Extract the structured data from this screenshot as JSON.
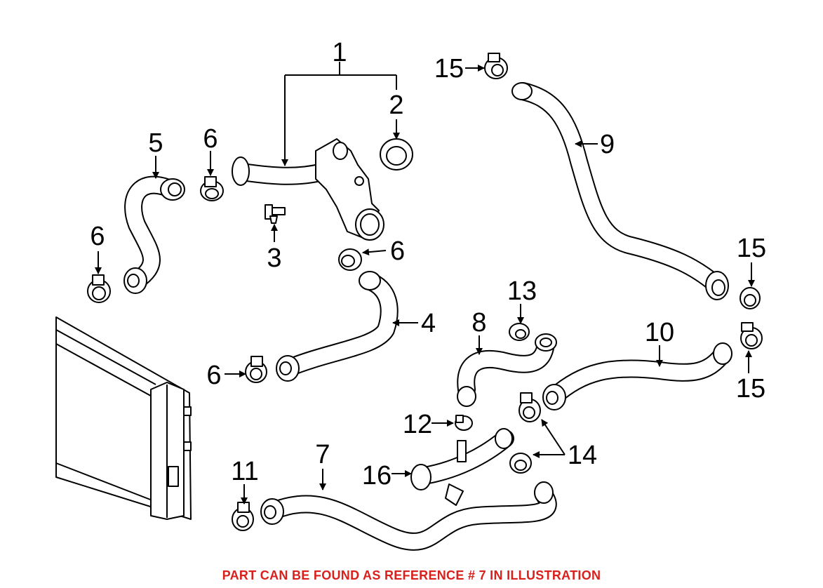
{
  "callouts": {
    "c1": "1",
    "c2": "2",
    "c3": "3",
    "c4": "4",
    "c5": "5",
    "c6a": "6",
    "c6b": "6",
    "c6c": "6",
    "c6d": "6",
    "c7": "7",
    "c8": "8",
    "c9": "9",
    "c10": "10",
    "c11": "11",
    "c12": "12",
    "c13": "13",
    "c14": "14",
    "c15a": "15",
    "c15b": "15",
    "c15c": "15",
    "c16": "16"
  },
  "footer_note": "PART CAN BE FOUND AS REFERENCE # 7 IN ILLUSTRATION",
  "colors": {
    "footer_text": "#d8201c",
    "line": "#000000",
    "background": "#ffffff"
  }
}
